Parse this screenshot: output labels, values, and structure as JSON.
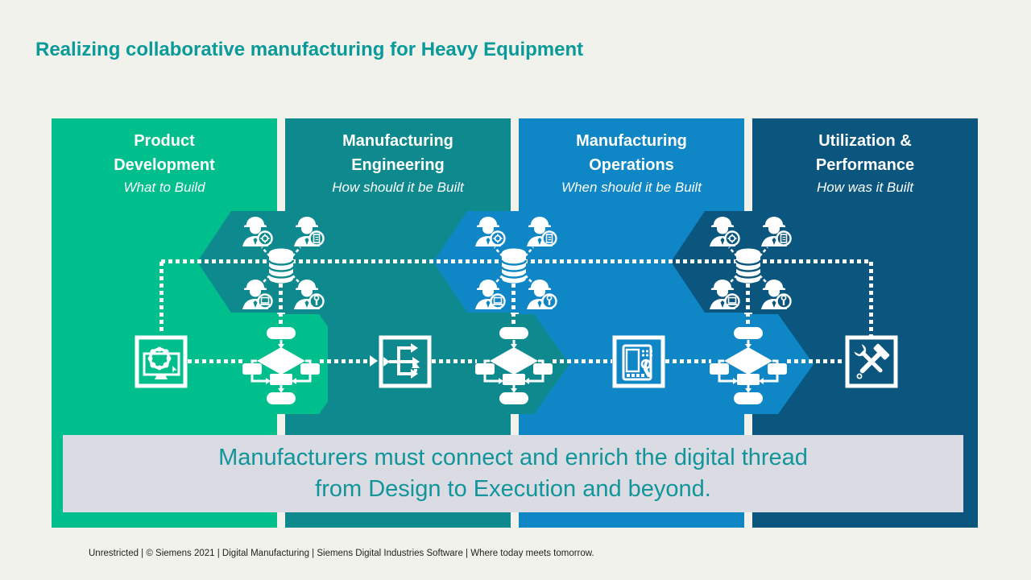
{
  "slide": {
    "title": "Realizing collaborative manufacturing for Heavy Equipment",
    "banner": {
      "line1": "Manufacturers must connect and enrich the digital thread",
      "line2": "from Design to Execution and beyond."
    },
    "footer": "Unrestricted | © Siemens 2021 | Digital Manufacturing | Siemens Digital Industries Software | Where today meets tomorrow."
  },
  "columns": [
    {
      "title_line1": "Product",
      "title_line2": "Development",
      "subtitle": "What to Build",
      "color": "#00BF8D"
    },
    {
      "title_line1": "Manufacturing",
      "title_line2": "Engineering",
      "subtitle": "How should it be Built",
      "color": "#0E8A8E"
    },
    {
      "title_line1": "Manufacturing",
      "title_line2": "Operations",
      "subtitle": "When should it be Built",
      "color": "#0F86C6"
    },
    {
      "title_line1": "Utilization &",
      "title_line2": "Performance",
      "subtitle": "How was it Built",
      "color": "#0B567E"
    }
  ],
  "icons": {
    "hub": "collaboration-hub-icon (database with four hard-hat workers)",
    "flowchart": "process-flowchart-icon",
    "monitor": "design-monitor-icon (bearing on screen)",
    "routing": "process-routing-icon (branching arrows)",
    "panel": "hmi-control-panel-icon (touch hand)",
    "tools": "maintenance-tools-icon (hammer and wrench)"
  },
  "colors": {
    "background": "#F2F2EC",
    "title_teal": "#0A9A99",
    "phase_green": "#00BF8D",
    "phase_teal": "#0E8A8E",
    "phase_blue": "#0F86C6",
    "phase_dark_blue": "#0B567E",
    "banner_background": "#DBDCE3",
    "banner_text": "#11959B",
    "diagram_white": "#FFFFFF"
  }
}
